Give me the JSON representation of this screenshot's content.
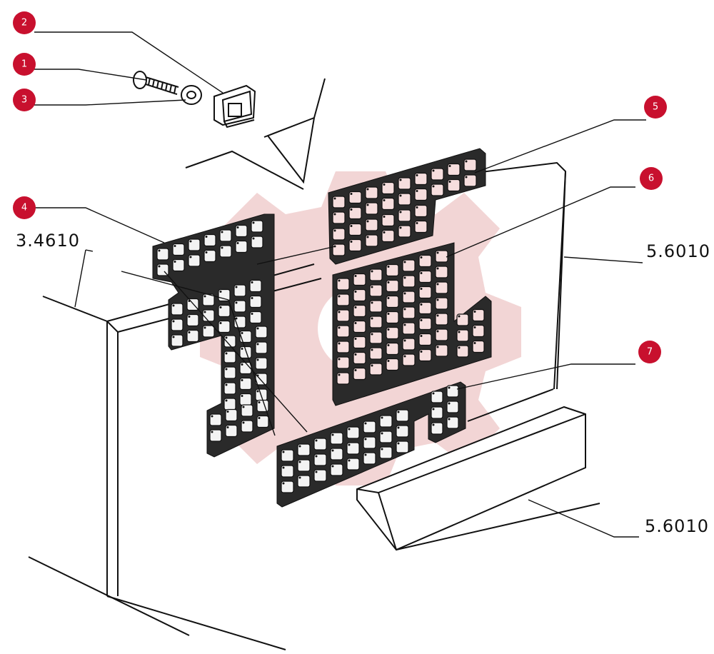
{
  "callouts": [
    {
      "id": "1",
      "label": "1"
    },
    {
      "id": "2",
      "label": "2"
    },
    {
      "id": "3",
      "label": "3"
    },
    {
      "id": "4",
      "label": "4"
    },
    {
      "id": "5",
      "label": "5"
    },
    {
      "id": "6",
      "label": "6"
    },
    {
      "id": "7",
      "label": "7"
    }
  ],
  "references": {
    "left_panel": "3.4610",
    "right_panel": "5.6010",
    "bottom_block": "5.6010"
  },
  "watermark_text": "",
  "colors": {
    "callout": "#c8102e",
    "highlight": "#f6dede",
    "line": "#111111"
  }
}
